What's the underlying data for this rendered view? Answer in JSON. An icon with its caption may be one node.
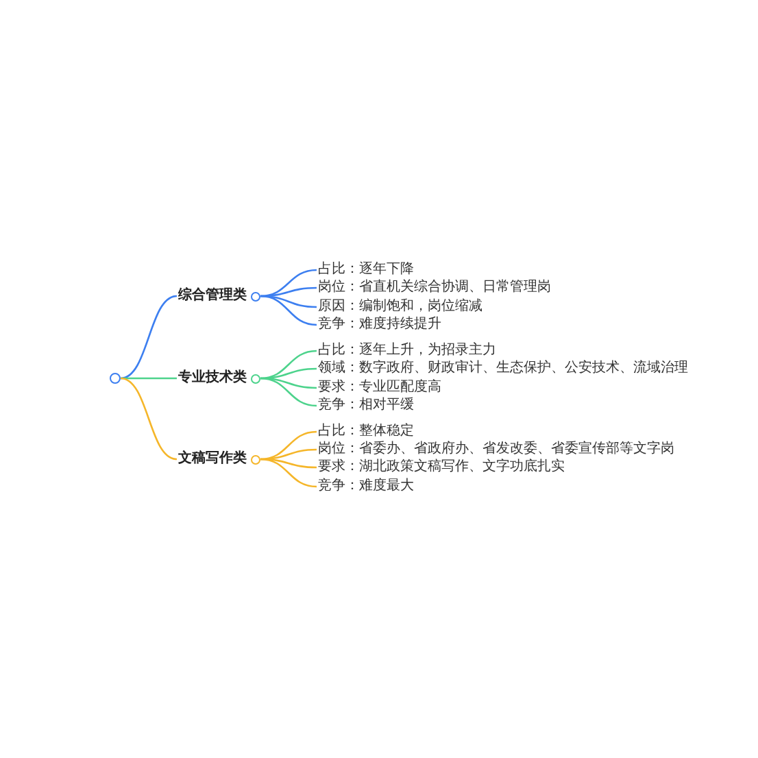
{
  "diagram": {
    "nodes": [
      {
        "text": [],
        "shape": "circle"
      },
      {
        "text": [
          "综合管理类"
        ]
      },
      {
        "text": [
          "占比：逐年下降"
        ]
      },
      {
        "text": [
          "岗位：省直机关综合协调、日常管理岗"
        ]
      },
      {
        "text": [
          "原因：编制饱和，岗位缩减"
        ]
      },
      {
        "text": [
          "竞争：难度持续提升"
        ]
      },
      {
        "text": [
          "专业技术类"
        ]
      },
      {
        "text": [
          "占比：逐年上升，为招录主力"
        ]
      },
      {
        "text": [
          "领域：数字政府、财政审计、生态保护、公安技术、流域治理"
        ]
      },
      {
        "text": [
          "要求：专业匹配度高"
        ]
      },
      {
        "text": [
          "竞争：相对平缓"
        ]
      },
      {
        "text": [
          "文稿写作类"
        ]
      },
      {
        "text": [
          "占比：整体稳定"
        ]
      },
      {
        "text": [
          "岗位：省委办、省政府办、省发改委、省委宣传部等文字岗"
        ]
      },
      {
        "text": [
          "要求：湖北政策文稿写作、文字功底扎实"
        ]
      },
      {
        "text": [
          "竞争：难度最大"
        ]
      }
    ],
    "edges": [
      {
        "from": 0,
        "to": 1,
        "arrow": "none",
        "color": "#3d7ff0"
      },
      {
        "from": 1,
        "to": 2,
        "arrow": "none",
        "color": "#3d7ff0"
      },
      {
        "from": 1,
        "to": 3,
        "arrow": "none",
        "color": "#3d7ff0"
      },
      {
        "from": 1,
        "to": 4,
        "arrow": "none",
        "color": "#3d7ff0"
      },
      {
        "from": 1,
        "to": 5,
        "arrow": "none",
        "color": "#3d7ff0"
      },
      {
        "from": 0,
        "to": 6,
        "arrow": "none",
        "color": "#4dd38c"
      },
      {
        "from": 6,
        "to": 7,
        "arrow": "none",
        "color": "#4dd38c"
      },
      {
        "from": 6,
        "to": 8,
        "arrow": "none",
        "color": "#4dd38c"
      },
      {
        "from": 6,
        "to": 9,
        "arrow": "none",
        "color": "#4dd38c"
      },
      {
        "from": 6,
        "to": 10,
        "arrow": "none",
        "color": "#4dd38c"
      },
      {
        "from": 0,
        "to": 11,
        "arrow": "none",
        "color": "#f5b62a"
      },
      {
        "from": 11,
        "to": 12,
        "arrow": "none",
        "color": "#f5b62a"
      },
      {
        "from": 11,
        "to": 13,
        "arrow": "none",
        "color": "#f5b62a"
      },
      {
        "from": 11,
        "to": 14,
        "arrow": "none",
        "color": "#f5b62a"
      },
      {
        "from": 11,
        "to": 15,
        "arrow": "none",
        "color": "#f5b62a"
      }
    ]
  }
}
